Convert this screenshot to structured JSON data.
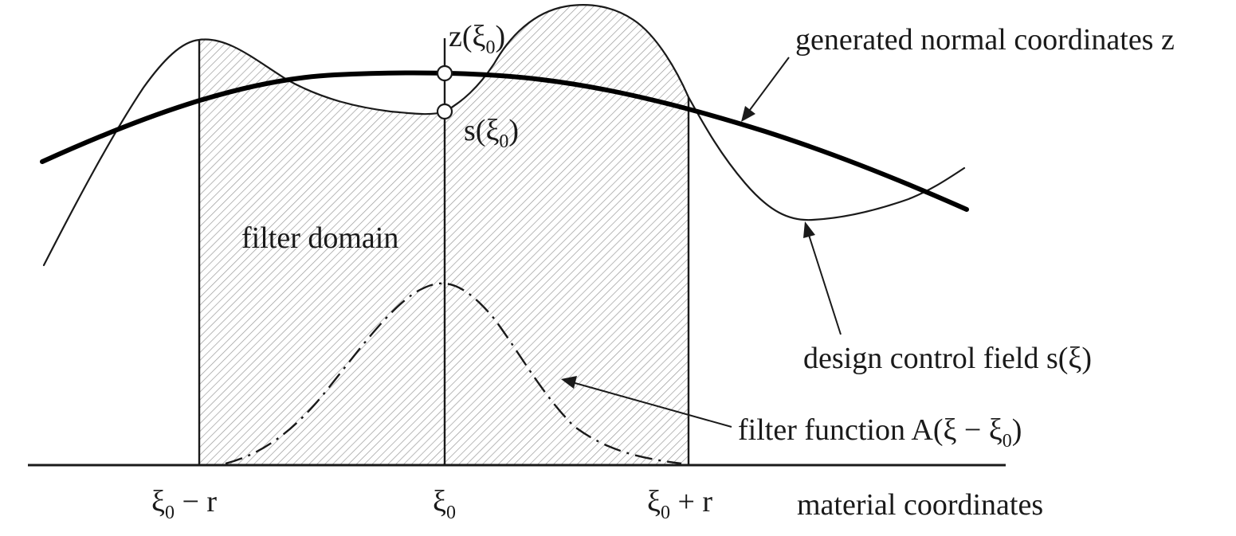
{
  "labels": {
    "z_label": "z(ξ",
    "z_sub": "0",
    "z_close": ")",
    "s_label": "s(ξ",
    "s_sub": "0",
    "s_close": ")",
    "generated": "generated normal coordinates z",
    "filter_domain": "filter domain",
    "design_control": "design control field s(ξ)",
    "filter_function": "filter function A(ξ − ξ",
    "filter_function_sub": "0",
    "filter_function_close": ")",
    "x_left": "ξ",
    "x_left_sub": "0",
    "x_left_rest": " − r",
    "x_center": "ξ",
    "x_center_sub": "0",
    "x_right": "ξ",
    "x_right_sub": "0",
    "x_right_rest": " + r",
    "axis_title": "material coordinates"
  },
  "colors": {
    "ink": "#1a1a1a",
    "hatch": "#9a9a9a",
    "background": "#ffffff"
  }
}
